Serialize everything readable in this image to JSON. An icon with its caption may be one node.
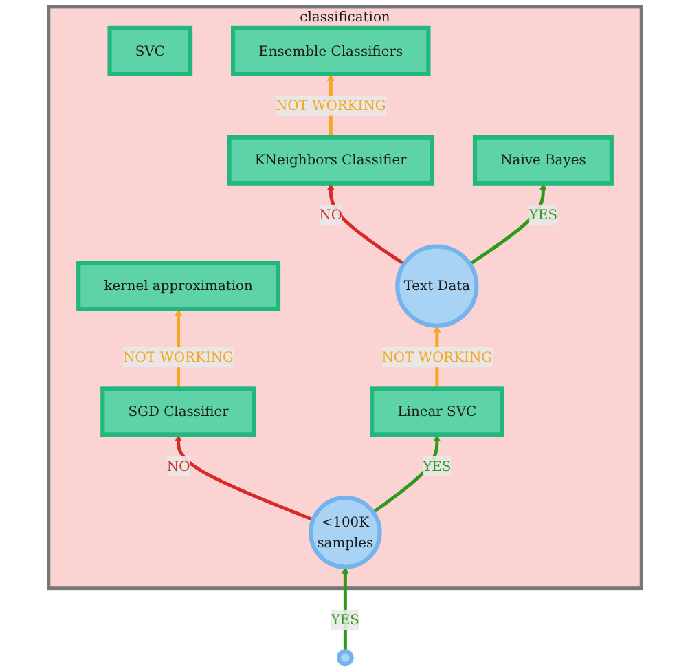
{
  "diagram": {
    "nodes": [
      {
        "text": [
          "classification"
        ]
      },
      {
        "text": [
          "kernel approximation"
        ],
        "in": 0
      },
      {
        "text": [
          "SVC"
        ],
        "in": 0
      },
      {
        "text": [
          "Ensemble Classifiers"
        ],
        "in": 0
      },
      {
        "text": [
          "KNeighbors Classifier"
        ],
        "in": 0
      },
      {
        "text": [
          "SGD Classifier"
        ],
        "in": 0
      },
      {
        "text": [
          "Naive Bayes"
        ],
        "in": 0
      },
      {
        "text": [
          "Text Data"
        ],
        "in": 0
      },
      {
        "text": [
          "Linear SVC"
        ],
        "in": 0
      },
      {
        "text": [
          "<100K",
          "samples"
        ],
        "in": 0
      },
      {
        "text": [],
        "shape": "circle"
      }
    ],
    "edges": [
      {
        "from": 10,
        "to": 9,
        "arrow": "to",
        "label": "YES",
        "color": "#2e9a1a"
      },
      {
        "from": 9,
        "to": 8,
        "arrow": "to",
        "label": "YES",
        "color": "#2e9a1a"
      },
      {
        "from": 9,
        "to": 5,
        "arrow": "to",
        "label": "NO",
        "color": "#d92a2a"
      },
      {
        "from": 8,
        "to": 7,
        "arrow": "to",
        "label": "NOT WORKING",
        "color": "#f5a623"
      },
      {
        "from": 7,
        "to": 6,
        "arrow": "to",
        "label": "YES",
        "color": "#2e9a1a"
      },
      {
        "from": 7,
        "to": 4,
        "arrow": "to",
        "label": "NO",
        "color": "#d92a2a"
      },
      {
        "from": 4,
        "to": 3,
        "arrow": "to",
        "label": "NOT WORKING",
        "color": "#f5a623"
      },
      {
        "from": 5,
        "to": 1,
        "arrow": "to",
        "label": "NOT WORKING",
        "color": "#f5a623"
      }
    ]
  }
}
